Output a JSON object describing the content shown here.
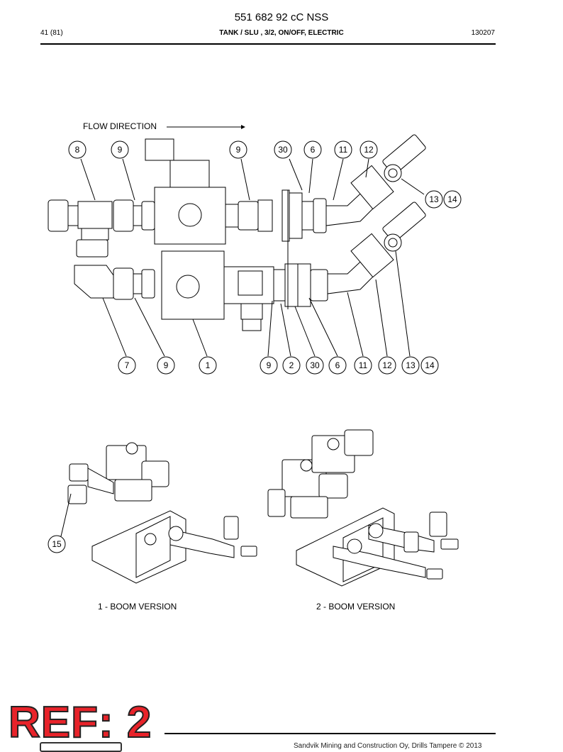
{
  "header": {
    "title": "551 682 92 cC NSS",
    "page": "41 (81)",
    "section": "TANK / SLU , 3/2, ON/OFF, ELECTRIC",
    "code": "130207"
  },
  "diagram": {
    "flow_label": "FLOW DIRECTION",
    "top_callouts": [
      "8",
      "9",
      "9",
      "30",
      "6",
      "11",
      "12"
    ],
    "right_callouts": [
      "13",
      "14"
    ],
    "bottom_callouts": [
      "7",
      "9",
      "1",
      "9",
      "2",
      "30",
      "6",
      "11",
      "12",
      "13",
      "14"
    ],
    "iso_callout": "15"
  },
  "captions": {
    "version1": "1 - BOOM VERSION",
    "version2": "2 - BOOM VERSION"
  },
  "footer": {
    "ref_stamp": "REF: 2",
    "copyright": "Sandvik Mining and Construction Oy, Drills Tampere © 2013"
  }
}
